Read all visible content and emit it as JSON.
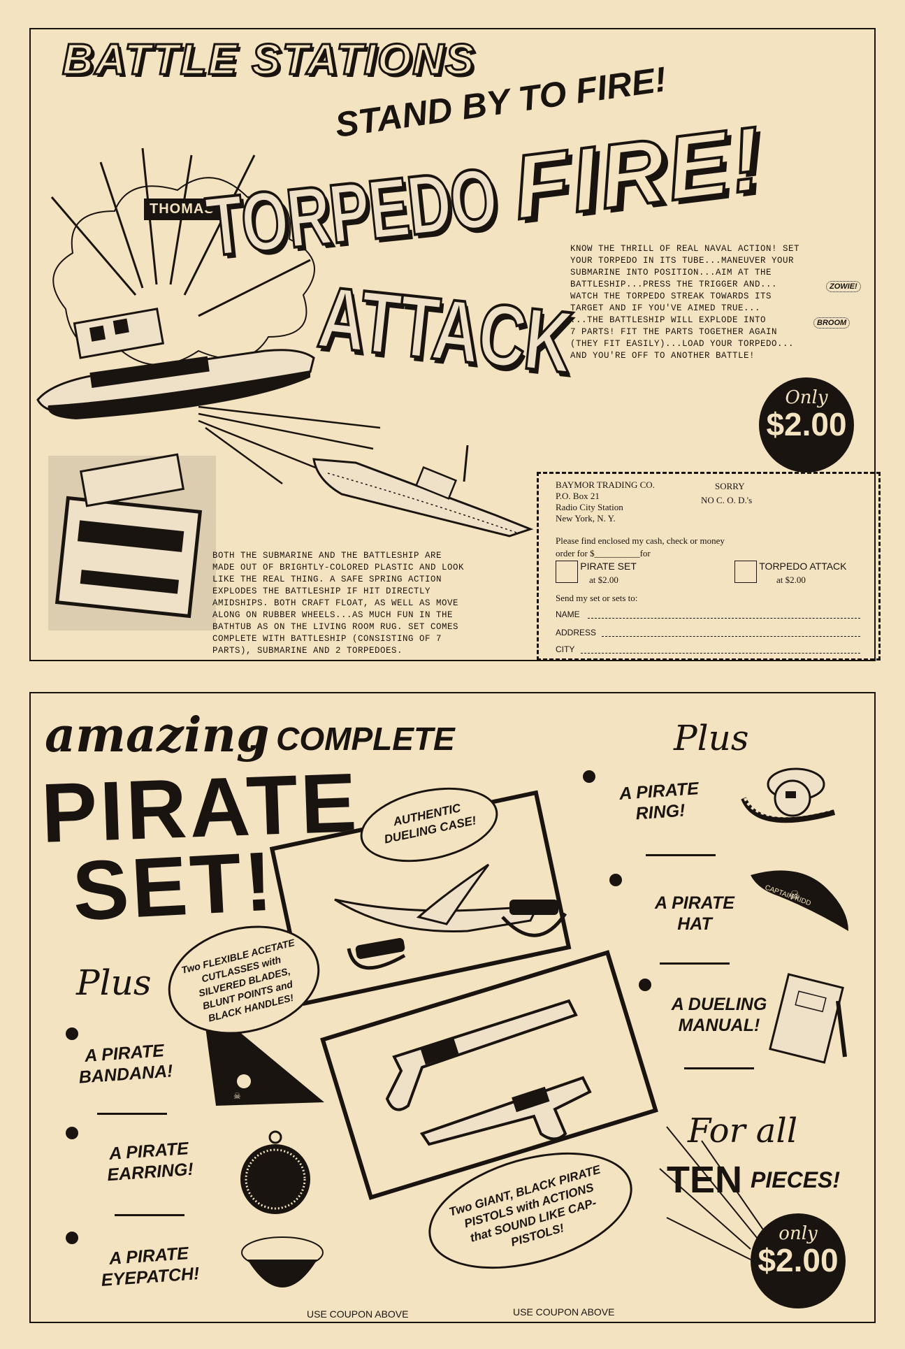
{
  "top_ad": {
    "headline": "BATTLE STATIONS",
    "subhead": "STAND BY TO FIRE!",
    "fire": "FIRE!",
    "brand": "THOMAS",
    "title_1": "TORPEDO",
    "title_2": "ATTACK",
    "sfx_1": "ZOWIE!",
    "sfx_2": "BROOM",
    "copy_lines": [
      "KNOW THE THRILL OF REAL NAVAL ACTION! SET",
      "YOUR TORPEDO IN ITS TUBE...MANEUVER YOUR",
      "SUBMARINE INTO POSITION...AIM AT THE",
      "BATTLESHIP...PRESS THE TRIGGER AND...",
      "WATCH THE TORPEDO STREAK TOWARDS ITS",
      "TARGET AND IF YOU'VE AIMED TRUE...",
      "...THE BATTLESHIP WILL EXPLODE INTO",
      "7 PARTS! FIT THE PARTS TOGETHER AGAIN",
      "(THEY FIT EASILY)...LOAD YOUR TORPEDO...",
      "AND YOU'RE OFF TO ANOTHER BATTLE!"
    ],
    "price_badge": {
      "only": "Only",
      "price": "$2.00"
    },
    "description_lines": [
      "BOTH THE SUBMARINE AND THE BATTLESHIP ARE",
      "MADE OUT OF BRIGHTLY-COLORED PLASTIC AND LOOK",
      "LIKE THE REAL THING. A SAFE SPRING ACTION",
      "EXPLODES THE BATTLESHIP IF HIT DIRECTLY",
      "AMIDSHIPS. BOTH CRAFT FLOAT, AS WELL AS MOVE",
      "ALONG ON RUBBER WHEELS...AS MUCH FUN IN THE",
      "BATHTUB AS ON THE LIVING ROOM RUG. SET COMES",
      "COMPLETE WITH BATTLESHIP (CONSISTING OF 7",
      "PARTS), SUBMARINE AND 2 TORPEDOES."
    ]
  },
  "coupon": {
    "address_lines": [
      "BAYMOR TRADING CO.",
      "P.O. Box 21",
      "Radio City Station",
      "New York, N. Y."
    ],
    "sorry": "SORRY",
    "no_cod": "NO C. O. D.'s",
    "instruction_1": "Please find enclosed my cash, check or money",
    "instruction_2": "order for $__________for",
    "option_1": "PIRATE SET",
    "option_1_price": "at $2.00",
    "option_2": "TORPEDO ATTACK",
    "option_2_price": "at $2.00",
    "send_to": "Send my set or sets to:",
    "name_label": "NAME",
    "address_label": "ADDRESS",
    "city_label": "CITY"
  },
  "bottom_ad": {
    "amazing": "amazing",
    "complete": "... COMPLETE",
    "pirate": "PIRATE",
    "set": "SET!",
    "plus_left": "Plus",
    "plus_right": "Plus",
    "bubble_case": "AUTHENTIC DUELING CASE!",
    "bubble_cutlass": "Two FLEXIBLE ACETATE CUTLASSES with SILVERED BLADES, BLUNT POINTS and BLACK HANDLES!",
    "bubble_pistol": "Two GIANT, BLACK PIRATE PISTOLS with ACTIONS that SOUND LIKE CAP-PISTOLS!",
    "left_items": [
      "A PIRATE BANDANA!",
      "A PIRATE EARRING!",
      "A PIRATE EYEPATCH!"
    ],
    "right_items": [
      "A PIRATE RING!",
      "A PIRATE HAT",
      "A DUELING MANUAL!"
    ],
    "hat_text": "CAPTAIN KIDD",
    "for_all": "For all",
    "ten": "TEN",
    "pieces": "PIECES!",
    "price_badge": {
      "only": "only",
      "price": "$2.00"
    },
    "footer_1": "USE COUPON ABOVE",
    "footer_2": "USE COUPON ABOVE"
  }
}
